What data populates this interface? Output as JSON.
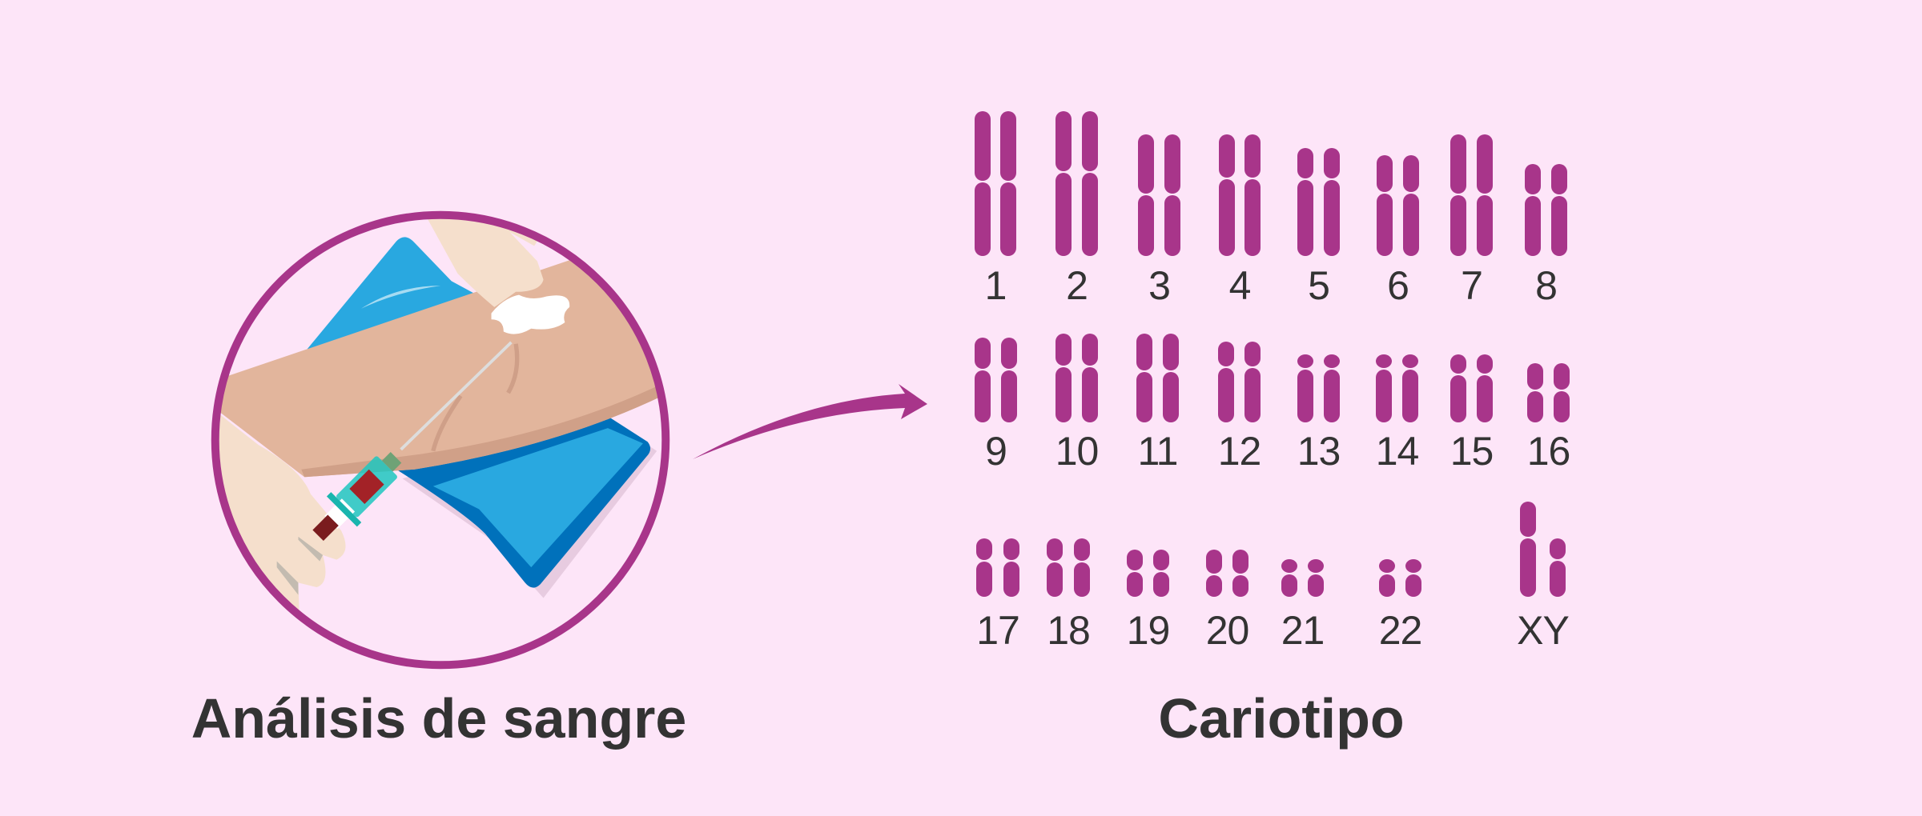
{
  "left_panel": {
    "title": "Análisis de sangre"
  },
  "right_panel": {
    "title": "Cariotipo",
    "chromosome_labels": [
      "1",
      "2",
      "3",
      "4",
      "5",
      "6",
      "7",
      "8",
      "9",
      "10",
      "11",
      "12",
      "13",
      "14",
      "15",
      "16",
      "17",
      "18",
      "19",
      "20",
      "21",
      "22",
      "XY"
    ]
  },
  "colors": {
    "background": "#fde5f8",
    "accent": "#a8358a",
    "text": "#333333"
  }
}
